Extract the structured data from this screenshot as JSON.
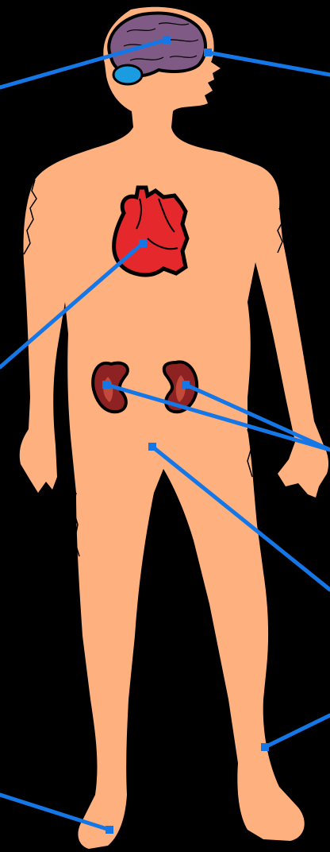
{
  "colors": {
    "background": "#000000",
    "skin": "#FFB07F",
    "brain": "#7E5A84",
    "cerebellum": "#1B9BE0",
    "heart": "#E4282B",
    "kidney": "#8E2121",
    "kidney_inner": "#C24A3A",
    "pointer": "#1577E6",
    "outline": "#000000"
  },
  "figure": {
    "subject": "human-body-silhouette",
    "organs": [
      "brain",
      "cerebellum",
      "heart",
      "left-kidney",
      "right-kidney"
    ]
  },
  "pointers": [
    {
      "id": "brain-pointer",
      "target": "brain"
    },
    {
      "id": "eye-pointer",
      "target": "eye"
    },
    {
      "id": "heart-pointer",
      "target": "heart"
    },
    {
      "id": "kidney-left-pointer",
      "target": "left-kidney"
    },
    {
      "id": "kidney-right-pointer",
      "target": "right-kidney"
    },
    {
      "id": "groin-pointer",
      "target": "groin"
    },
    {
      "id": "shin-pointer",
      "target": "shin"
    },
    {
      "id": "foot-pointer",
      "target": "foot"
    }
  ]
}
